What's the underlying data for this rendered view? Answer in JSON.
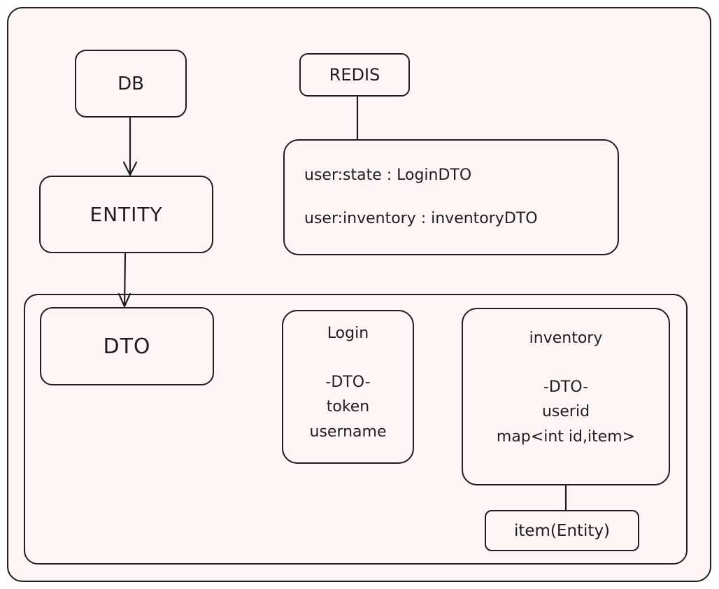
{
  "diagram": {
    "nodes": {
      "db": {
        "label": "DB"
      },
      "redis": {
        "label": "REDIS"
      },
      "entity": {
        "label": "ENTITY"
      },
      "dto": {
        "label": "DTO"
      },
      "redis_keys": {
        "lines": [
          "user:state : LoginDTO",
          "user:inventory : inventoryDTO"
        ]
      },
      "login": {
        "title": "Login",
        "lines": [
          "-DTO-",
          "token",
          "username"
        ]
      },
      "inventory": {
        "title": "inventory",
        "lines": [
          "-DTO-",
          "userid",
          "map<int id,item>"
        ]
      },
      "item": {
        "label": "item(Entity)"
      }
    },
    "edges": [
      {
        "from": "DB",
        "to": "ENTITY",
        "arrow": true
      },
      {
        "from": "ENTITY",
        "to": "DTO",
        "arrow": true
      },
      {
        "from": "REDIS",
        "to": "redis keys",
        "arrow": false
      },
      {
        "from": "inventory",
        "to": "item(Entity)",
        "arrow": false
      }
    ],
    "colors": {
      "background": "#fff5f4",
      "stroke": "#1e1e1e"
    }
  }
}
